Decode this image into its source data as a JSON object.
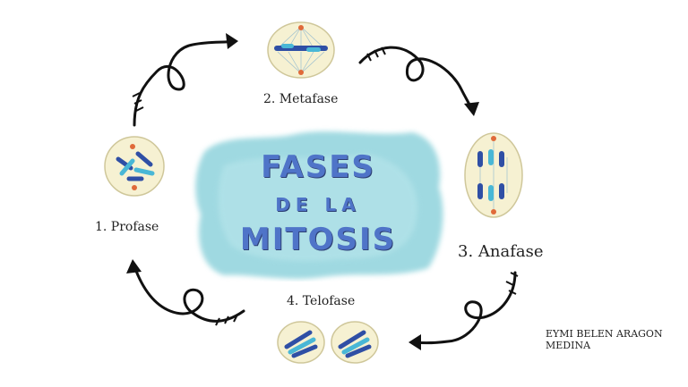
{
  "title": {
    "line1": "FASES",
    "line2": "DE LA",
    "line3": "MITOSIS"
  },
  "phases": {
    "profase": "1. Profase",
    "metafase": "2. Metafase",
    "anafase": "3. Anafase",
    "telofase": "4. Telofase"
  },
  "author": {
    "line1": "EYMI BELEN ARAGON",
    "line2": "MEDINA"
  },
  "colors": {
    "watercolor": "#8fd3dc",
    "title": "#4f74c8",
    "cell_fill": "#f6f1d2",
    "chromosome_dark": "#2f4fa5",
    "chromosome_light": "#49b7d6",
    "centrosome": "#e06a3a",
    "arrow": "#111111"
  }
}
